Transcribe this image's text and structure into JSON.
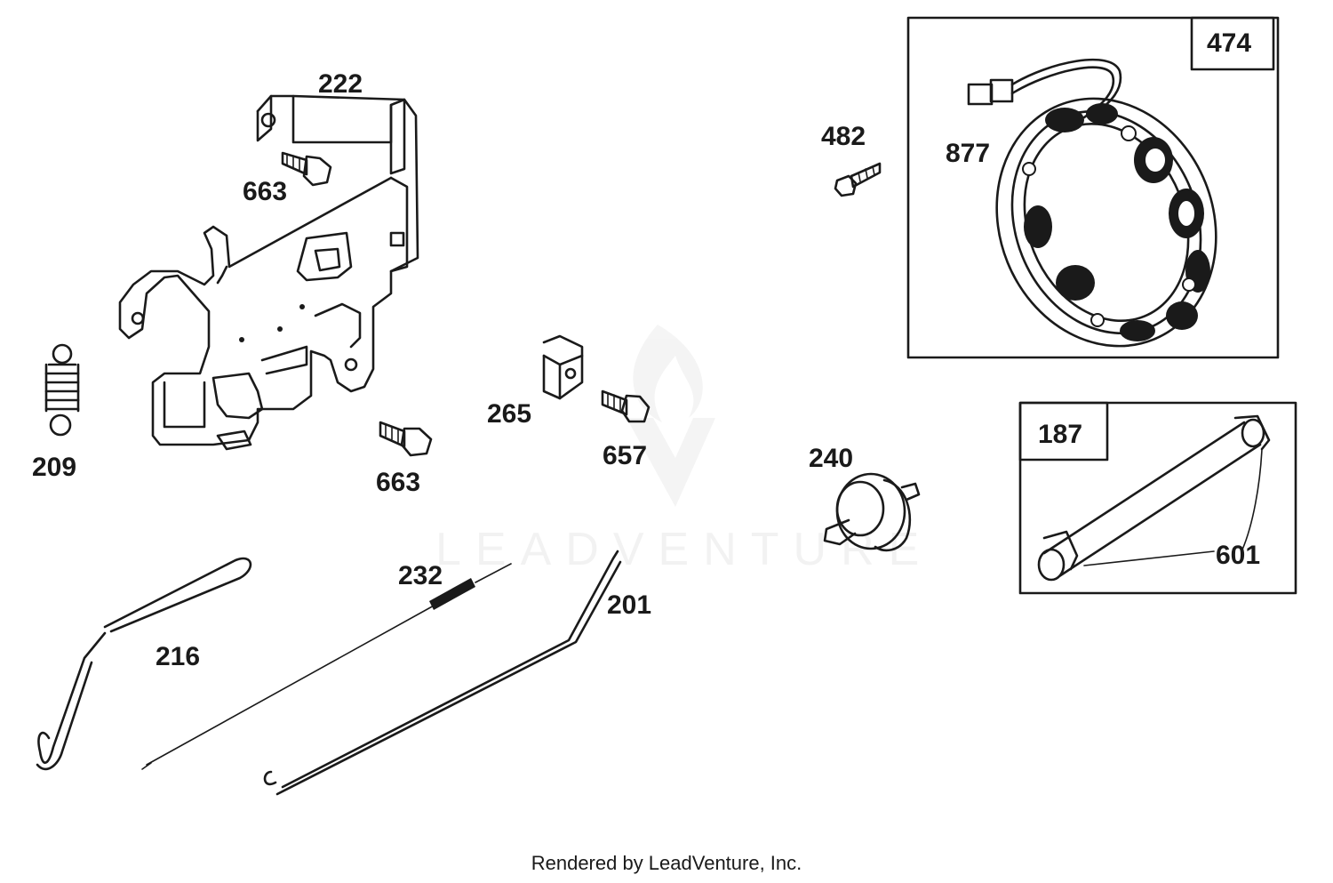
{
  "diagram": {
    "watermark": "LEADVENTURE",
    "labels": {
      "p222": "222",
      "p663a": "663",
      "p663b": "663",
      "p209": "209",
      "p265": "265",
      "p657": "657",
      "p482": "482",
      "p877": "877",
      "p474": "474",
      "p240": "240",
      "p187": "187",
      "p601": "601",
      "p232": "232",
      "p201": "201",
      "p216": "216"
    }
  },
  "footer": {
    "text": "Rendered by LeadVenture, Inc."
  }
}
